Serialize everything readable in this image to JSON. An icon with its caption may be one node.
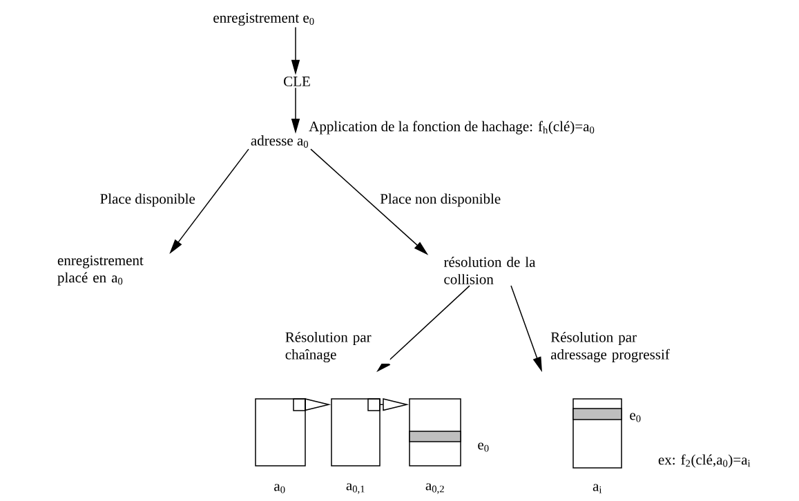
{
  "diagram": {
    "nodes": [
      {
        "text": [
          "enregistrement e$_{0}$"
        ]
      },
      {
        "text": [
          "CLE"
        ]
      },
      {
        "text": [
          "adresse a$_{0}$"
        ]
      },
      {
        "text": [
          "enregistrement placé en a$_{0}$"
        ]
      },
      {
        "text": [
          "résolution de la collision"
        ]
      },
      {
        "text": [],
        "shape": "box",
        "beside": [
          "a$_{0}$"
        ]
      },
      {
        "text": [],
        "shape": "box",
        "beside": [
          "a$_{0,1}$"
        ]
      },
      {
        "text": [],
        "shape": "box",
        "beside": [
          "e$_{0}$",
          "a$_{0,2}$"
        ]
      },
      {
        "text": [],
        "shape": "box",
        "beside": [
          "e$_{0}$",
          "ex: f$_{2}$(clé,a$_{0}$)=a$_{i}$",
          "a$_{i}$"
        ]
      }
    ],
    "edges": [
      {
        "from": 0,
        "to": 1,
        "arrow": "to"
      },
      {
        "from": 1,
        "to": 2,
        "arrow": "to",
        "label": "Application de la fonction de hachage: f$_{h}$(clé)=a$_{0}$"
      },
      {
        "from": 2,
        "to": 3,
        "arrow": "to",
        "label": "Place disponible"
      },
      {
        "from": 2,
        "to": 4,
        "arrow": "to",
        "label": "Place non disponible"
      },
      {
        "from": 4,
        "to": 6,
        "arrow": "to",
        "label": "Résolution par chaînage"
      },
      {
        "from": 4,
        "to": 8,
        "arrow": "to",
        "label": "Résolution par adressage progressif"
      },
      {
        "from": 5,
        "to": 6,
        "arrow": "to"
      },
      {
        "from": 6,
        "to": 7,
        "arrow": "to"
      }
    ]
  }
}
